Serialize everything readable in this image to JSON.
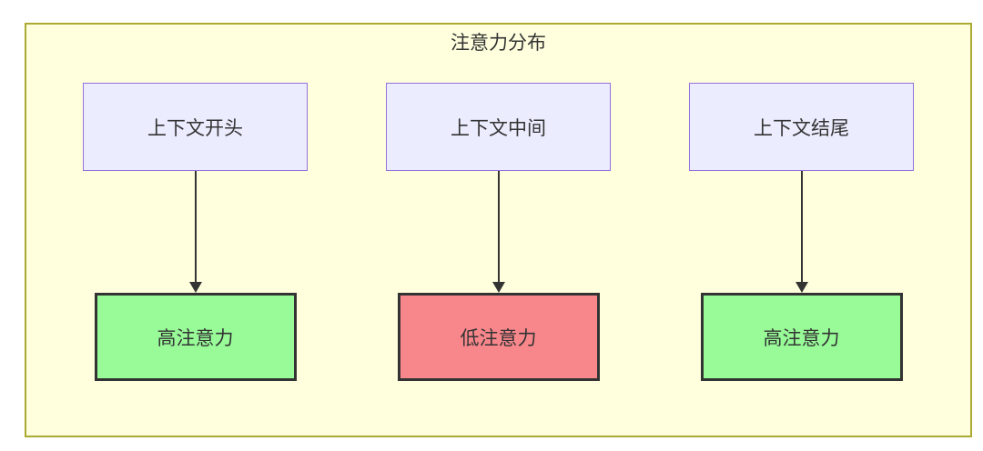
{
  "diagram": {
    "title": "注意力分布",
    "columns": [
      {
        "source": "上下文开头",
        "target": "高注意力",
        "attention": "high"
      },
      {
        "source": "上下文中间",
        "target": "低注意力",
        "attention": "low"
      },
      {
        "source": "上下文结尾",
        "target": "高注意力",
        "attention": "high"
      }
    ]
  },
  "colors": {
    "frame-bg": "#FFFFDE",
    "frame-border": "#AAAA33",
    "source-bg": "#ECECFF",
    "source-border": "#9370DB",
    "high-bg": "#98FB98",
    "low-bg": "#F8878B",
    "target-border": "#333333",
    "arrow": "#333333",
    "text": "#333333"
  }
}
